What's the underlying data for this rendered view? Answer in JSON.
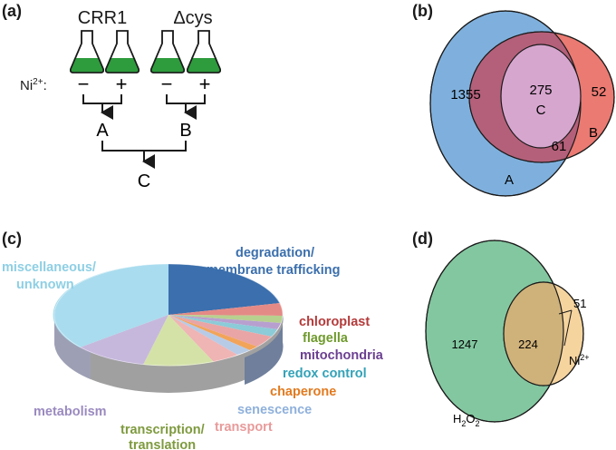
{
  "panels": {
    "a": {
      "label": "(a)",
      "strain1": "CRR1",
      "strain2": "Δcys",
      "ni_label": "Ni",
      "ni_sup": "2+",
      "ni_colon": ":",
      "minus": "−",
      "plus": "+",
      "set_a": "A",
      "set_b": "B",
      "set_c": "C"
    },
    "b": {
      "label": "(b)",
      "only_a": "1355",
      "core": "275",
      "core_label": "C",
      "only_b": "52",
      "ab_not_c": "61",
      "b_label": "B",
      "a_label": "A"
    },
    "c": {
      "label": "(c)",
      "categories": [
        {
          "name": "degradation/",
          "name2": "membrane trafficking",
          "color": "#3b6fad"
        },
        {
          "name": "chloroplast",
          "color": "#b53a3a"
        },
        {
          "name": "flagella",
          "color": "#6f9a2d"
        },
        {
          "name": "mitochondria",
          "color": "#6b3f91"
        },
        {
          "name": "redox control",
          "color": "#33a2b8"
        },
        {
          "name": "chaperone",
          "color": "#e27a1f"
        },
        {
          "name": "senescence",
          "color": "#8fb1dc"
        },
        {
          "name": "transport",
          "color": "#e89a9a"
        },
        {
          "name": "transcription/",
          "name2": "translation",
          "color": "#7e9a3e"
        },
        {
          "name": "metabolism",
          "color": "#9a8ac0"
        },
        {
          "name": "miscellaneous/",
          "name2": "unknown",
          "color": "#8ecfe4"
        }
      ]
    },
    "d": {
      "label": "(d)",
      "only_h2o2": "1247",
      "overlap": "224",
      "only_ni": "51",
      "ni_label": "Ni",
      "ni_sup": "2+",
      "h2o2_prefix": "H",
      "h2o2_sub1": "2",
      "h2o2_mid": "O",
      "h2o2_sub2": "2"
    }
  },
  "colors": {
    "flask_green": "#2e9b3d",
    "venn_a_blue": "#7fb0dd",
    "venn_b_red": "#ea7a72",
    "venn_ab_overlap": "#b4607a",
    "venn_c_pink": "#d7a6cf",
    "venn_h2o2_green": "#83c7a0",
    "venn_ni_orange": "#f6d49e",
    "venn_d_overlap": "#cfb27a"
  }
}
